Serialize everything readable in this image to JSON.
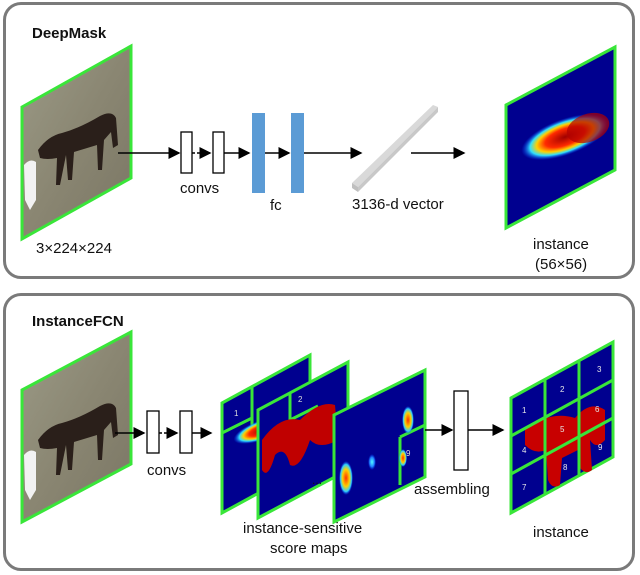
{
  "panels": [
    {
      "title": "DeepMask",
      "labels": {
        "input_size": "3×224×224",
        "convs": "convs",
        "fc": "fc",
        "vector": "3136-d vector",
        "output_line1": "instance",
        "output_line2": "(56×56)"
      }
    },
    {
      "title": "InstanceFCN",
      "labels": {
        "convs": "convs",
        "score_maps_line1": "instance-sensitive",
        "score_maps_line2": "score maps",
        "ellipsis": "...",
        "assembling": "assembling",
        "output": "instance"
      },
      "score_map_cells": [
        "1",
        "2",
        "9"
      ],
      "instance_grid_cells": [
        "1",
        "2",
        "3",
        "4",
        "5",
        "6",
        "7",
        "8",
        "9"
      ]
    }
  ],
  "colors": {
    "frame_green": "#39e639",
    "fc_blue": "#5b9bd5",
    "heatmap_bg": "#00008f",
    "panel_border": "#7a7a7a"
  }
}
